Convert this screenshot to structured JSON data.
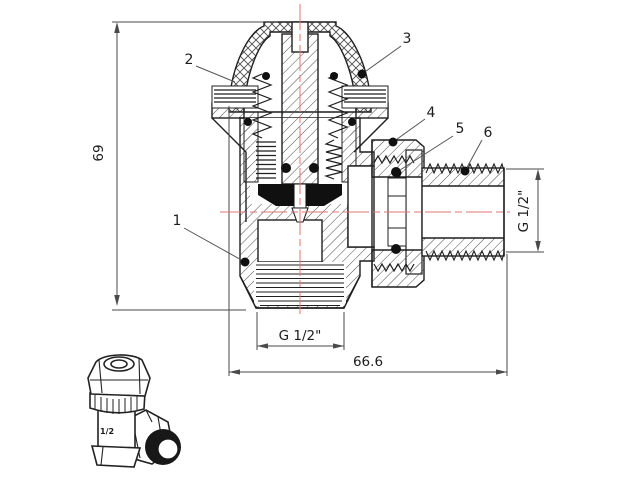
{
  "drawing": {
    "type": "technical-cross-section",
    "subject": "angle thermostatic radiator valve",
    "dimensions": {
      "height": "69",
      "overall_width": "66.6",
      "bottom_thread": "G 1/2\"",
      "side_thread": "G 1/2\""
    },
    "callouts": [
      {
        "label": "1"
      },
      {
        "label": "2"
      },
      {
        "label": "3"
      },
      {
        "label": "4"
      },
      {
        "label": "5"
      },
      {
        "label": "6"
      }
    ],
    "product_marking": "1/2",
    "colors": {
      "centerline": "#e57373",
      "line": "#1f1f1f",
      "dim": "#4a4a4a"
    }
  }
}
